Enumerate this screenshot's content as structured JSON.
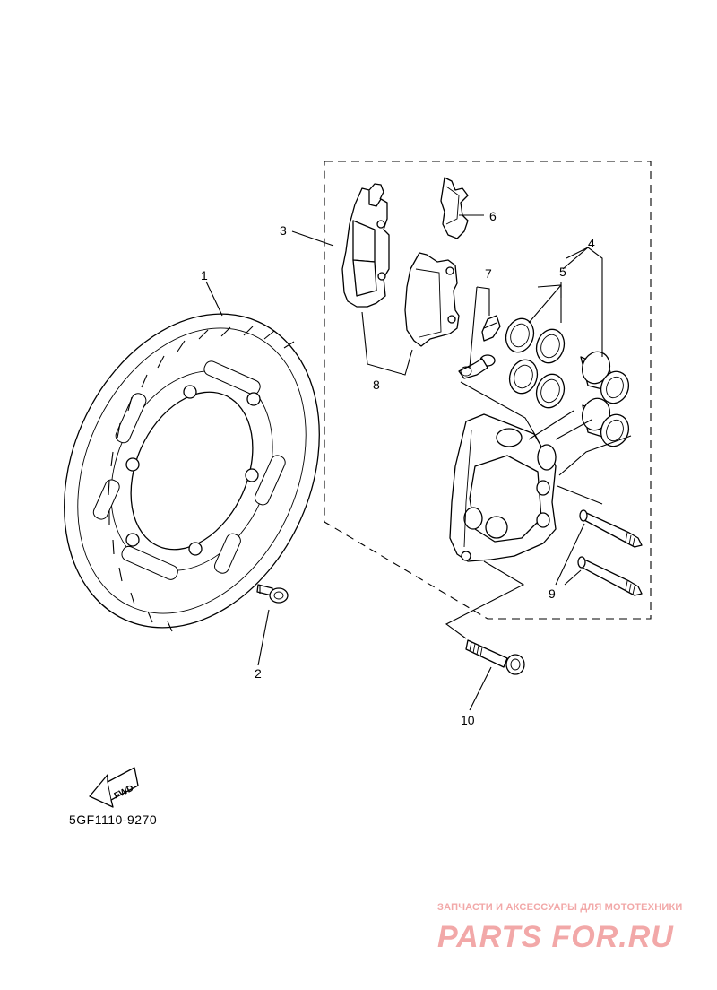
{
  "callouts": {
    "c1": "1",
    "c2": "2",
    "c3": "3",
    "c4": "4",
    "c5": "5",
    "c6": "6",
    "c7": "7",
    "c8": "8",
    "c9": "9",
    "c10": "10"
  },
  "direction_tag": "FWD",
  "diagram_code": "5GF1110-9270",
  "watermark": {
    "subtitle": "ЗАПЧАСТИ И АКСЕССУАРЫ ДЛЯ МОТОТЕХНИКИ",
    "logo_text": "PARTS FOR.RU",
    "color": "#f2a8a8"
  }
}
